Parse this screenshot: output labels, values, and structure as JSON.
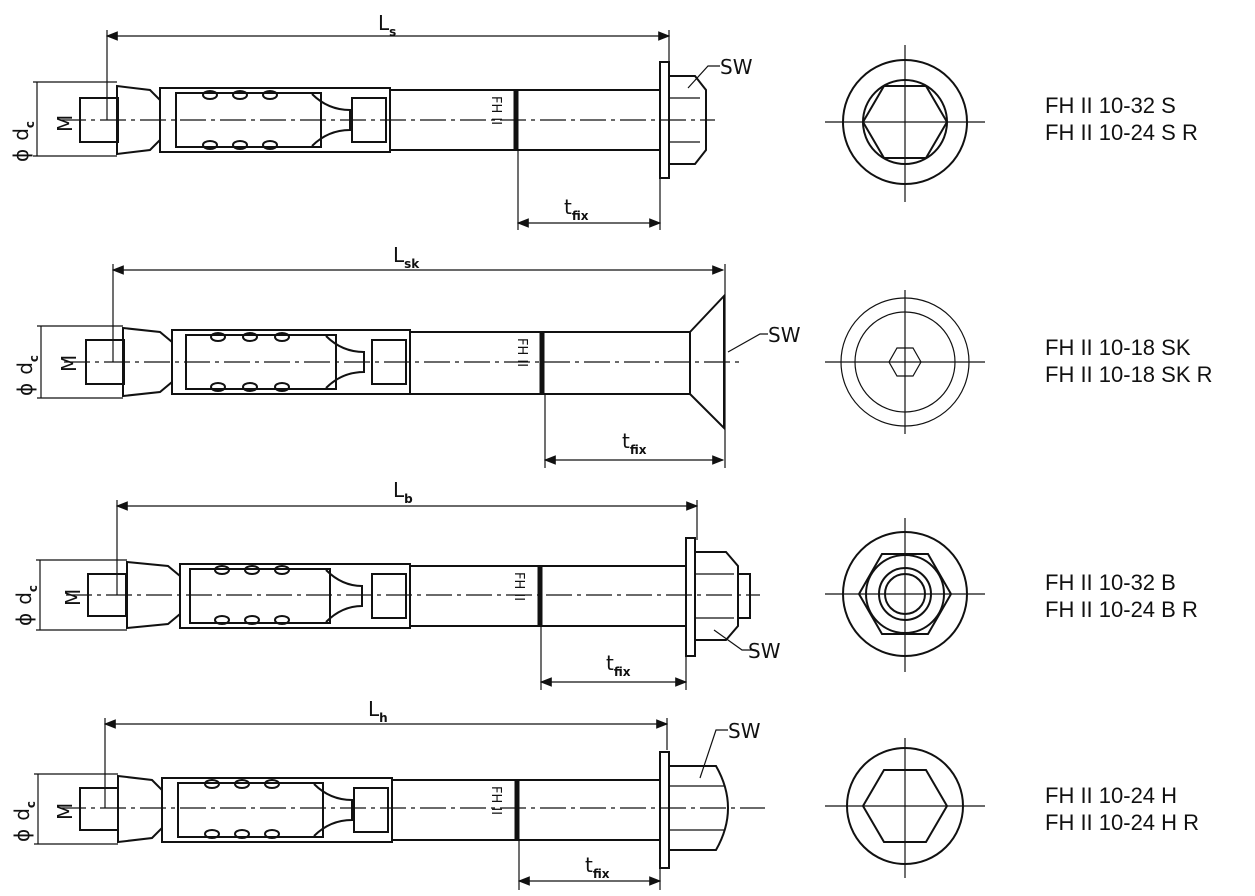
{
  "dimension_labels": {
    "diameter": "ϕ",
    "d": "d",
    "c": "c",
    "M": "M",
    "t": "t",
    "fix": "fix",
    "SW": "SW",
    "L": "L",
    "mark": "FH II"
  },
  "variants": [
    {
      "length_sub": "s",
      "codes": [
        "FH II 10-32 S",
        "FH II 10-24 S R"
      ]
    },
    {
      "length_sub": "sk",
      "codes": [
        "FH II 10-18 SK",
        "FH II 10-18 SK R"
      ]
    },
    {
      "length_sub": "b",
      "codes": [
        "FH II 10-32 B",
        "FH II 10-24 B R"
      ]
    },
    {
      "length_sub": "h",
      "codes": [
        "FH II 10-24 H",
        "FH II 10-24 H R"
      ]
    }
  ]
}
